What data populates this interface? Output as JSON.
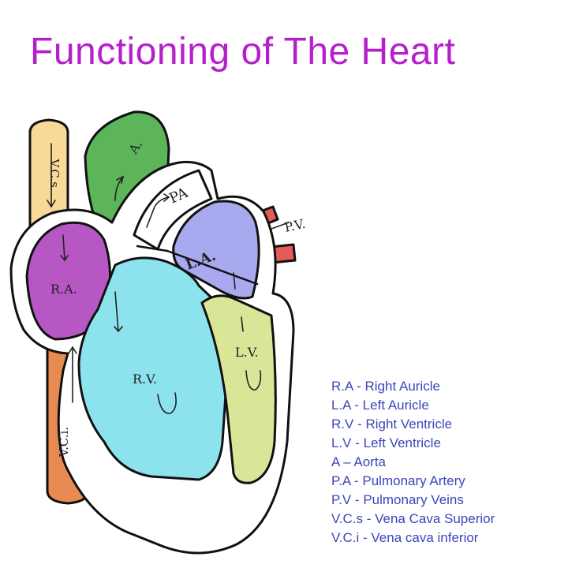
{
  "title": "Functioning of The Heart",
  "colors": {
    "title": "#b51fcc",
    "legend": "#3b47b8",
    "outline": "#111111",
    "vena_cava_superior": "#f8d997",
    "vena_cava_inferior": "#e88b52",
    "aorta": "#5db55a",
    "right_auricle": "#b757c4",
    "right_ventricle": "#8ce3ee",
    "left_auricle": "#a9a9ef",
    "left_ventricle": "#dbe597",
    "pulmonary_veins": "#e55b57"
  },
  "diagram": {
    "labels": {
      "vcs": "V.C.s.",
      "aorta": "A.",
      "pa": "PA",
      "pv": "P.V.",
      "la": "L.A.",
      "ra": "R.A.",
      "rv": "R.V.",
      "lv": "L.V.",
      "vci": "V.C.i."
    }
  },
  "legend": [
    "R.A - Right Auricle",
    "L.A - Left Auricle",
    "R.V - Right Ventricle",
    "L.V - Left Ventricle",
    "A – Aorta",
    "P.A - Pulmonary Artery",
    "P.V - Pulmonary Veins",
    "V.C.s - Vena Cava Superior",
    "V.C.i - Vena cava inferior"
  ]
}
